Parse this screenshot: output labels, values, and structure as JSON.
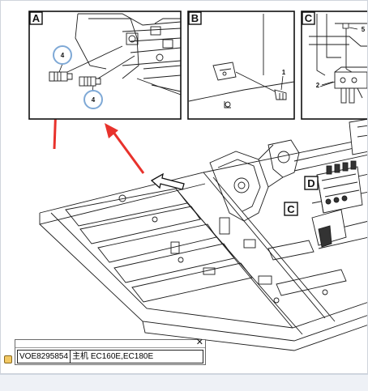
{
  "views": [
    {
      "letter": "A",
      "callouts": [
        "4",
        "4"
      ]
    },
    {
      "letter": "B",
      "callouts": [
        "1"
      ]
    },
    {
      "letter": "C",
      "callouts": [
        "5",
        "2"
      ]
    }
  ],
  "main_labels": [
    "D",
    "C"
  ],
  "info_panel": {
    "part_number": "VOE8295854",
    "description": "主机 EC160E,EC180E",
    "close_glyph": "✕"
  },
  "colors": {
    "arrow": "#e8322c",
    "callout_circle": "#7fa9d6",
    "tag": "#f3c964"
  },
  "icons": [
    "close-icon",
    "tag-icon",
    "direction-arrow-icon"
  ]
}
